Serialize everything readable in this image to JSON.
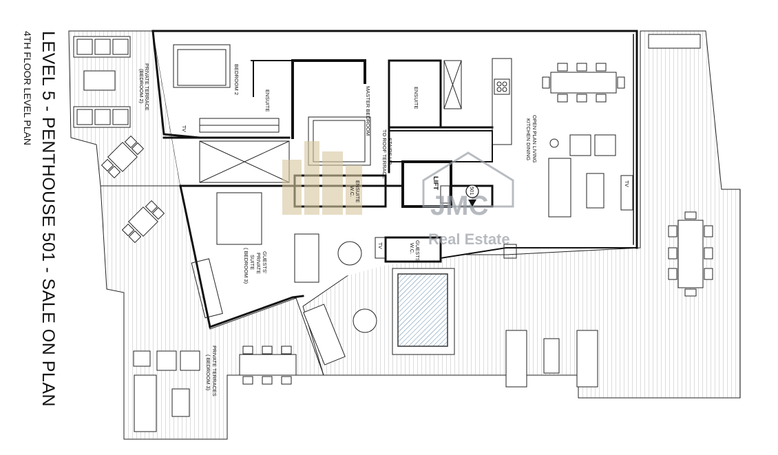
{
  "title": "LEVEL 5 - PENTHOUSE 501 - SALE ON PLAN",
  "subtitle": "4TH FLOOR LEVEL PLAN",
  "watermark": {
    "brand": "JMC",
    "tagline": "Real Estate"
  },
  "rooms": {
    "terrace_bedroom2_line1": "PRIVATE TERRACE",
    "terrace_bedroom2_line2": "(BEDROOM 2)",
    "bedroom2": "BEDROOM 2",
    "ensuite1": "ENSUITE",
    "master_bedroom": "MASTER BEDROOM",
    "ensuite2": "ENSUITE",
    "stairs_line1": "STAIRS UP",
    "stairs_line2": "TO ROOF TERRACE",
    "living_line1": "OPEN PLAN LIVING",
    "living_line2": "KITCHEN DINING",
    "ensuite_wc_line1": "ENSUITE",
    "ensuite_wc_line2": "W.C.",
    "lift": "LIFT",
    "unit_number": "501",
    "guests_wc_line1": "GUESTS",
    "guests_wc_line2": "W.C.",
    "guest_suite_line1": "GUESTS'",
    "guest_suite_line2": "PRIVATE",
    "guest_suite_line3": "SUITE",
    "guest_suite_line4": "( BEDROOM 3)",
    "terraces_bedroom3_line1": "PRIVATE TERRACES",
    "terraces_bedroom3_line2": "( BEDROOM 3)"
  },
  "tv_labels": {
    "tv1": "TV",
    "tv2": "TV",
    "tv3": "TV"
  },
  "colors": {
    "wall": "#111111",
    "terrace_hatch": "#b8b8b8",
    "pool_hatch": "#5a86a8",
    "watermark": "#9a9fa6"
  }
}
